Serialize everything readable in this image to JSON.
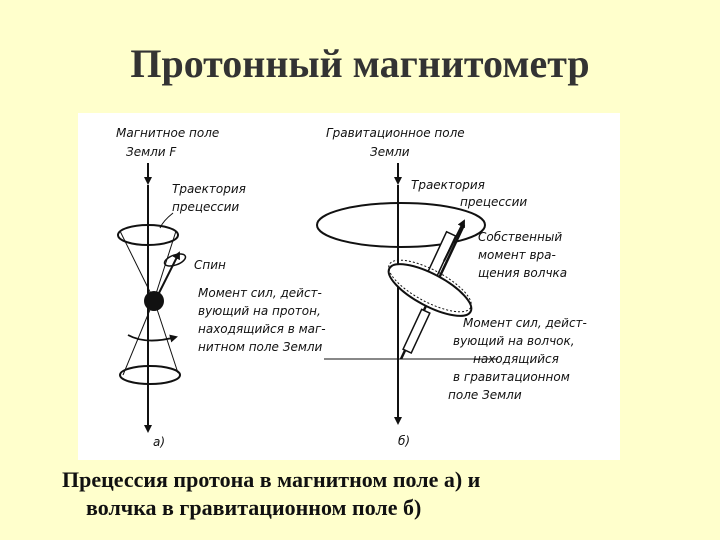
{
  "slide": {
    "title": "Протонный магнитометр",
    "caption_line1": "Прецессия протона в магнитном поле а) и",
    "caption_line2": "волчка в гравитационном поле б)"
  },
  "diagram_a": {
    "field_label_1": "Магнитное поле",
    "field_label_2": "Земли F",
    "trajectory_1": "Траектория",
    "trajectory_2": "прецессии",
    "spin": "Спин",
    "moment_1": "Момент сил, дейст-",
    "moment_2": "вующий на протон,",
    "moment_3": "находящийся в маг-",
    "moment_4": "нитном поле Земли",
    "panel": "а)"
  },
  "diagram_b": {
    "field_label_1": "Гравитационное поле",
    "field_label_2": "Земли",
    "trajectory_1": "Траектория",
    "trajectory_2": "прецессии",
    "own_1": "Собственный",
    "own_2": "момент вра-",
    "own_3": "щения волчка",
    "moment_1": "Момент сил, дейст-",
    "moment_2": "вующий на волчок,",
    "moment_3": "находящийся",
    "moment_4": "в гравитационном",
    "moment_5": "поле Земли",
    "panel": "б)"
  },
  "colors": {
    "background": "#ffffcc",
    "title": "#333333",
    "ink": "#111111"
  }
}
